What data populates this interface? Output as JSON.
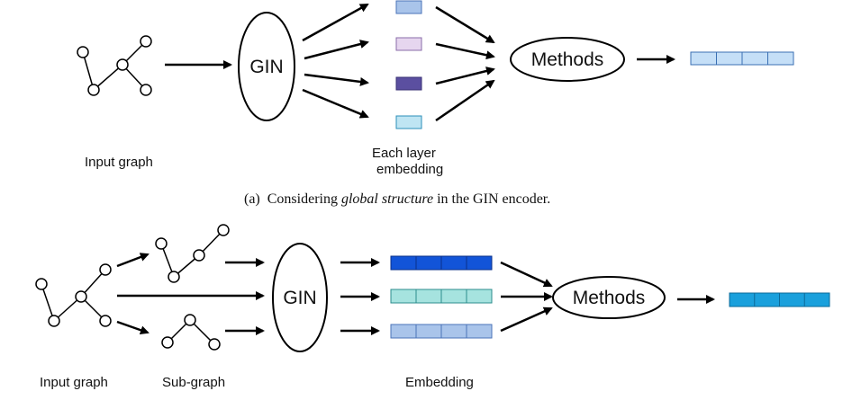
{
  "panel_a": {
    "gin_label": "GIN",
    "methods_label": "Methods",
    "input_graph_label": "Input graph",
    "layer_embedding_label_line1": "Each layer",
    "layer_embedding_label_line2": "embedding",
    "caption_prefix": "(a)  Considering ",
    "caption_emphasis": "global structure",
    "caption_suffix": " in the GIN encoder.",
    "colors": {
      "layer1": "#a9c4ea",
      "layer2": "#e6d6ef",
      "layer3": "#5b4fa0",
      "layer4": "#bfe5f3",
      "output": "#c5dff7"
    }
  },
  "panel_b": {
    "gin_label": "GIN",
    "methods_label": "Methods",
    "input_graph_label": "Input graph",
    "subgraph_label": "Sub-graph",
    "embedding_label": "Embedding",
    "colors": {
      "emb1": "#1254d8",
      "emb2": "#a6e3df",
      "emb3": "#a9c4ea",
      "output": "#1aa0dc"
    }
  }
}
